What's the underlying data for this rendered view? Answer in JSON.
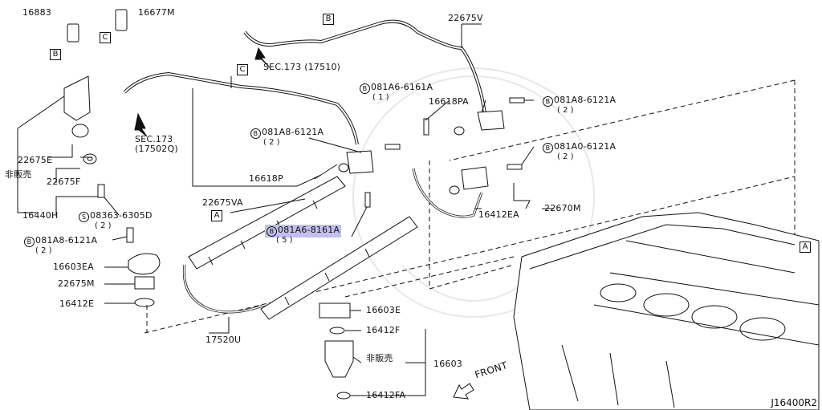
{
  "diagram_ref": "J16400R2",
  "direction_label": "FRONT",
  "callouts": [
    "B",
    "C",
    "A"
  ],
  "parts": {
    "p16883": "16883",
    "p16677M": "16677M",
    "p22675E": "22675E",
    "not_sold_1": "非販売",
    "p22675F": "22675F",
    "p16440H": "16440H",
    "s08363": "08363-6305D",
    "s08363_qty": "( 2 )",
    "b081A8_left": "081A8-6121A",
    "b081A8_left_qty": "( 2 )",
    "p16603EA": "16603EA",
    "p22675M": "22675M",
    "p16412E": "16412E",
    "sec173_a": "SEC.173 (17510)",
    "sec173_b_line1": "SEC.173",
    "sec173_b_line2": "(17502Q)",
    "b081A8_mid": "081A8-6121A",
    "b081A8_mid_qty": "( 2 )",
    "p16618P": "16618P",
    "p22675VA": "22675VA",
    "b081A6_8161A": "081A6-8161A",
    "b081A6_8161A_qty": "( 5 )",
    "p17520U": "17520U",
    "p16603E": "16603E",
    "p16412F": "16412F",
    "not_sold_2": "非販売",
    "p16603": "16603",
    "p16412FA": "16412FA",
    "p22675V": "22675V",
    "b081A6_6161A": "081A6-6161A",
    "b081A6_6161A_qty": "( 1 )",
    "p16618PA": "16618PA",
    "b081A8_right": "081A8-6121A",
    "b081A8_right_qty": "( 2 )",
    "b081A0": "081A0-6121A",
    "b081A0_qty": "( 2 )",
    "p16412EA": "16412EA",
    "p22670M": "22670M"
  },
  "symbols": {
    "bolt_prefix": "B",
    "screw_prefix": "S"
  }
}
